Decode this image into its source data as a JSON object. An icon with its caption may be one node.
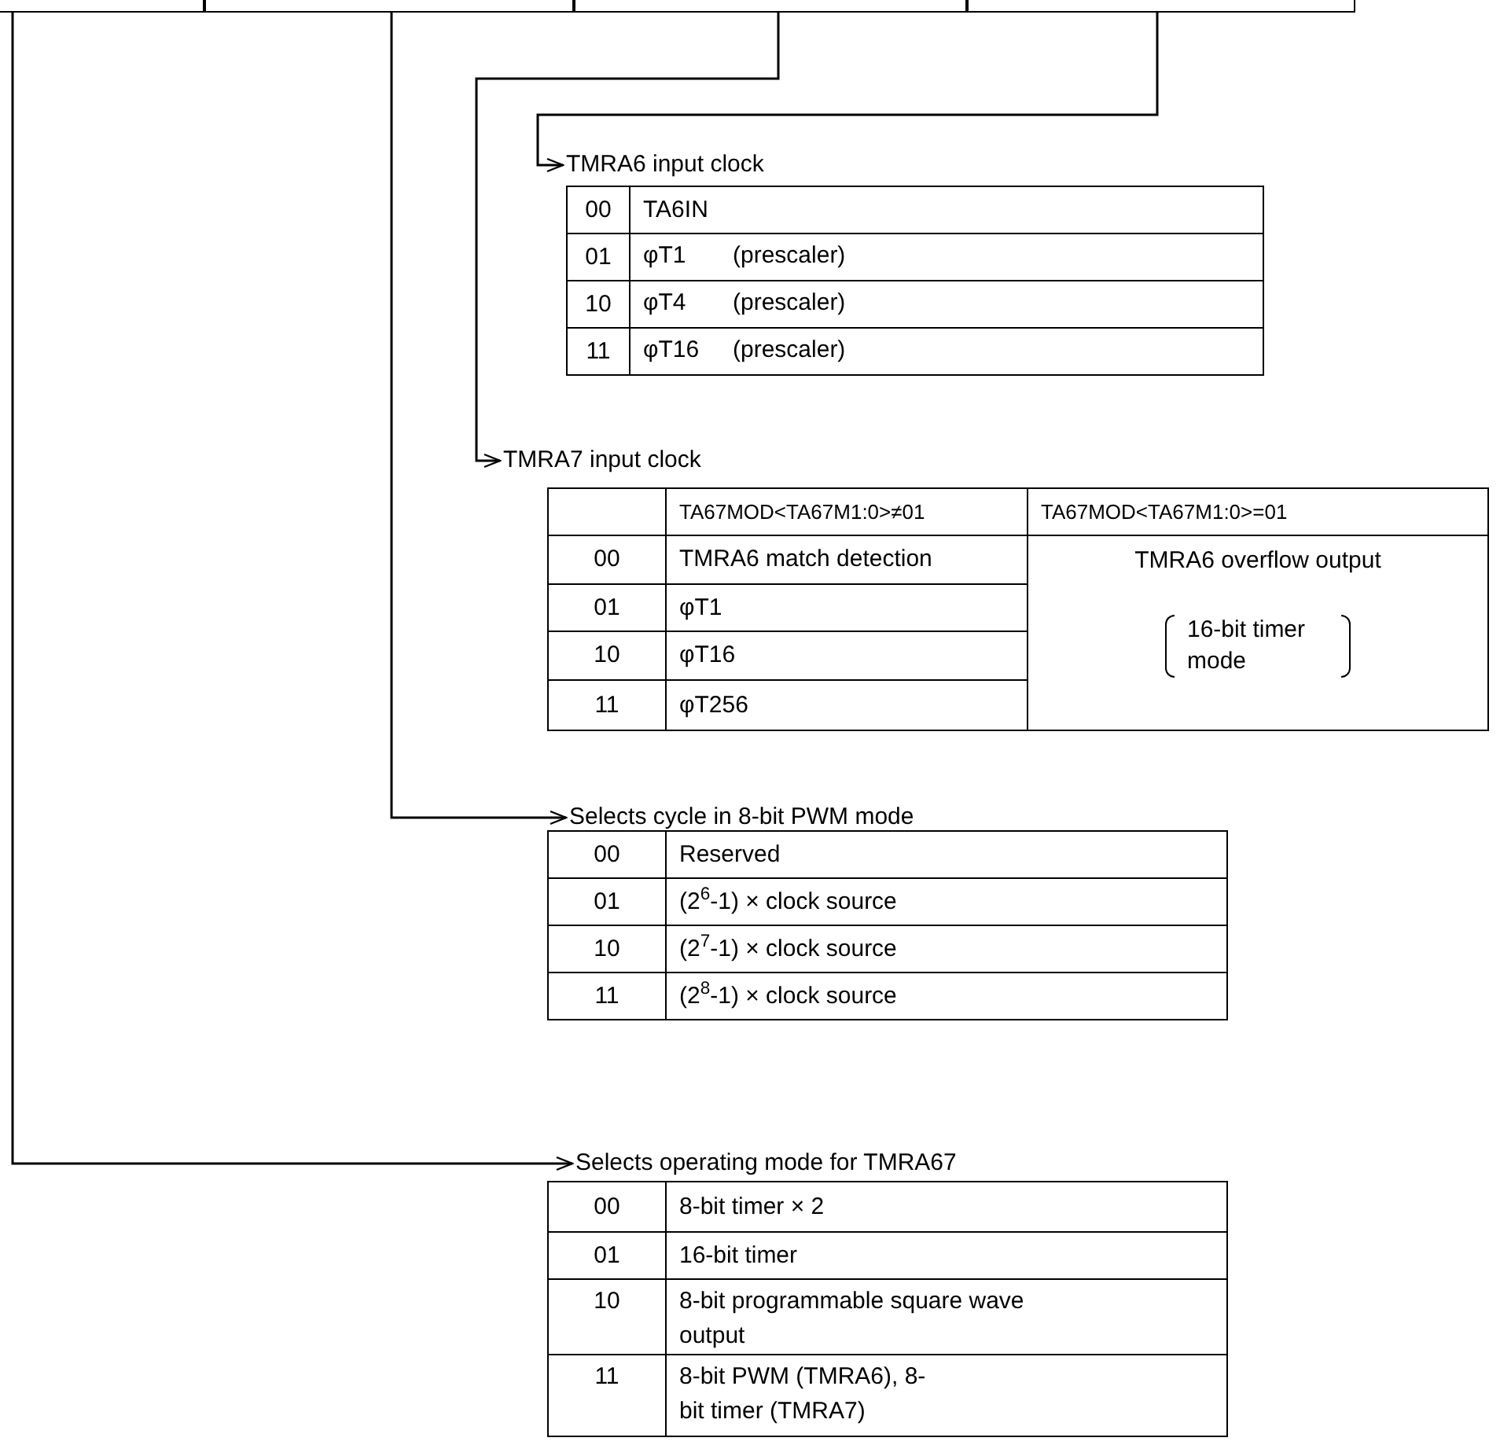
{
  "diagram": {
    "nodes": [
      {
        "text": [],
        "shape": "box"
      },
      {
        "text": [],
        "shape": "box"
      },
      {
        "text": [],
        "shape": "box"
      },
      {
        "text": [],
        "shape": "box"
      },
      {
        "text": [
          "TMRA6 input clock"
        ]
      },
      {
        "text": [
          "TMRA7 input clock"
        ]
      },
      {
        "text": [
          "Selects cycle in 8-bit PWM mode"
        ]
      },
      {
        "text": [
          "Selects operating mode for TMRA67"
        ]
      }
    ],
    "edges": [
      {
        "from": 3,
        "to": 4,
        "arrow": "to"
      },
      {
        "from": 2,
        "to": 5,
        "arrow": "to"
      },
      {
        "from": 1,
        "to": 6,
        "arrow": "to"
      },
      {
        "from": 0,
        "to": 7,
        "arrow": "to"
      }
    ],
    "labels": [
      "00",
      "TA6IN",
      "01",
      "φT1",
      "(prescaler)",
      "10",
      "φT4",
      "(prescaler)",
      "11",
      "φT16",
      "(prescaler)",
      "TA67MOD<TA67M1:0>≠01",
      "TA67MOD<TA67M1:0>=01",
      "00",
      "TMRA6 match detection",
      "TMRA6 overflow output",
      "01",
      "φT1",
      "16-bit timer mode",
      "10",
      "φT16",
      "11",
      "φT256",
      "00",
      "Reserved",
      "01",
      "(2$^{6}$-1) × clock source",
      "10",
      "(2$^{7}$-1) × clock source",
      "11",
      "(2$^{8}$-1) × clock source",
      "00",
      "8-bit timer × 2",
      "01",
      "16-bit timer",
      "10",
      "8-bit programmable square wave output",
      "11",
      "8-bit PWM (TMRA6), 8-bit timer (TMRA7)"
    ]
  }
}
